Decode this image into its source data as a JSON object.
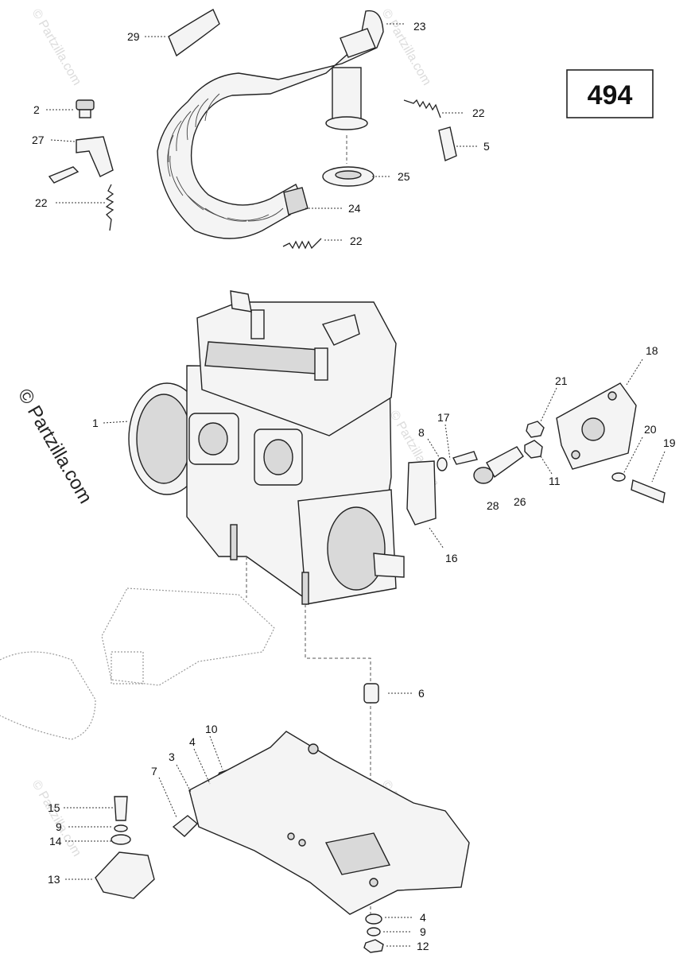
{
  "page_number": "494",
  "watermark": {
    "main": "© Partzilla.com",
    "faint": "© Partzilla.com"
  },
  "callouts": [
    {
      "id": "29",
      "label": "29"
    },
    {
      "id": "23",
      "label": "23"
    },
    {
      "id": "2",
      "label": "2"
    },
    {
      "id": "27",
      "label": "27"
    },
    {
      "id": "22a",
      "label": "22"
    },
    {
      "id": "22b",
      "label": "22"
    },
    {
      "id": "22c",
      "label": "22"
    },
    {
      "id": "5",
      "label": "5"
    },
    {
      "id": "25",
      "label": "25"
    },
    {
      "id": "24",
      "label": "24"
    },
    {
      "id": "18",
      "label": "18"
    },
    {
      "id": "21",
      "label": "21"
    },
    {
      "id": "1",
      "label": "1"
    },
    {
      "id": "17",
      "label": "17"
    },
    {
      "id": "8",
      "label": "8"
    },
    {
      "id": "20",
      "label": "20"
    },
    {
      "id": "19",
      "label": "19"
    },
    {
      "id": "11",
      "label": "11"
    },
    {
      "id": "28",
      "label": "28"
    },
    {
      "id": "26",
      "label": "26"
    },
    {
      "id": "16",
      "label": "16"
    },
    {
      "id": "6",
      "label": "6"
    },
    {
      "id": "10",
      "label": "10"
    },
    {
      "id": "4a",
      "label": "4"
    },
    {
      "id": "3",
      "label": "3"
    },
    {
      "id": "7",
      "label": "7"
    },
    {
      "id": "15",
      "label": "15"
    },
    {
      "id": "9a",
      "label": "9"
    },
    {
      "id": "14",
      "label": "14"
    },
    {
      "id": "13",
      "label": "13"
    },
    {
      "id": "4b",
      "label": "4"
    },
    {
      "id": "9b",
      "label": "9"
    },
    {
      "id": "12",
      "label": "12"
    }
  ]
}
